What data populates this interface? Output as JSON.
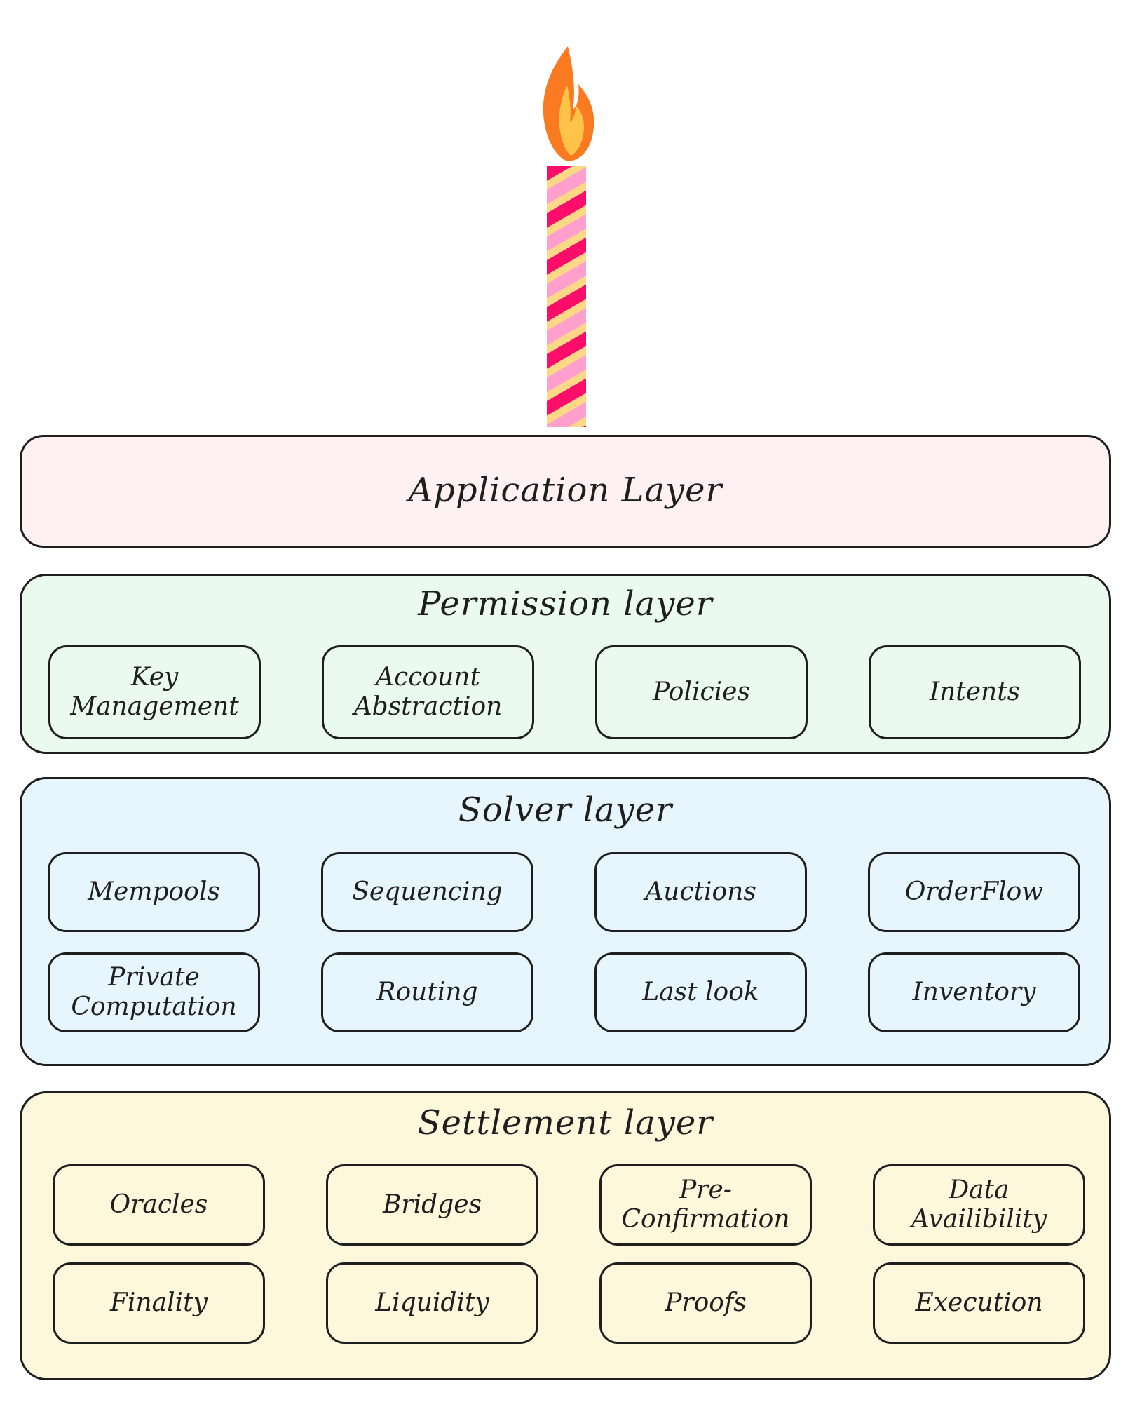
{
  "colors": {
    "stroke": "#1e1e1e",
    "application_fill": "#fff0f1",
    "permission_fill": "#ebfaee",
    "solver_fill": "#e7f5fe",
    "settlement_fill": "#fdf8dc",
    "flame_outer": "#fa7a22",
    "flame_inner": "#ffc34a",
    "candle_stripes": [
      "#fd0d6a",
      "#ffd887",
      "#ff9fcd"
    ]
  },
  "candle": {
    "flame_icon": "flame-icon"
  },
  "layers": {
    "application": {
      "title": "Application Layer"
    },
    "permission": {
      "title": "Permission layer",
      "items": [
        "Key Management",
        "Account Abstraction",
        "Policies",
        "Intents"
      ]
    },
    "solver": {
      "title": "Solver layer",
      "items": [
        "Mempools",
        "Sequencing",
        "Auctions",
        "OrderFlow",
        "Private Computation",
        "Routing",
        "Last look",
        "Inventory"
      ]
    },
    "settlement": {
      "title": "Settlement layer",
      "items": [
        "Oracles",
        "Bridges",
        "Pre-Confirmation",
        "Data Availibility",
        "Finality",
        "Liquidity",
        "Proofs",
        "Execution"
      ]
    }
  }
}
